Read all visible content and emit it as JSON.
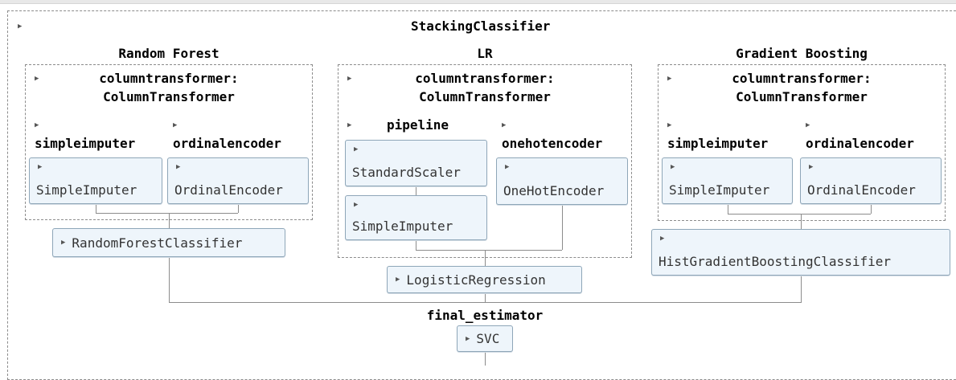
{
  "root": {
    "title": "StackingClassifier"
  },
  "estimators": {
    "rf": {
      "name": "Random Forest",
      "preprocessor": {
        "title_line1": "columntransformer:",
        "title_line2": "ColumnTransformer"
      },
      "branches": [
        {
          "name": "simpleimputer",
          "estimator": "SimpleImputer"
        },
        {
          "name": "ordinalencoder",
          "estimator": "OrdinalEncoder"
        }
      ],
      "classifier": "RandomForestClassifier"
    },
    "lr": {
      "name": "LR",
      "preprocessor": {
        "title_line1": "columntransformer:",
        "title_line2": "ColumnTransformer"
      },
      "pipeline": {
        "name": "pipeline",
        "steps": [
          "StandardScaler",
          "SimpleImputer"
        ]
      },
      "onehot": {
        "name": "onehotencoder",
        "estimator": "OneHotEncoder"
      },
      "classifier": "LogisticRegression"
    },
    "gb": {
      "name": "Gradient Boosting",
      "preprocessor": {
        "title_line1": "columntransformer:",
        "title_line2": "ColumnTransformer"
      },
      "branches": [
        {
          "name": "simpleimputer",
          "estimator": "SimpleImputer"
        },
        {
          "name": "ordinalencoder",
          "estimator": "OrdinalEncoder"
        }
      ],
      "classifier": "HistGradientBoostingClassifier"
    }
  },
  "final": {
    "name": "final_estimator",
    "estimator": "SVC"
  },
  "icons": {
    "expand": "triangle-right-icon"
  }
}
